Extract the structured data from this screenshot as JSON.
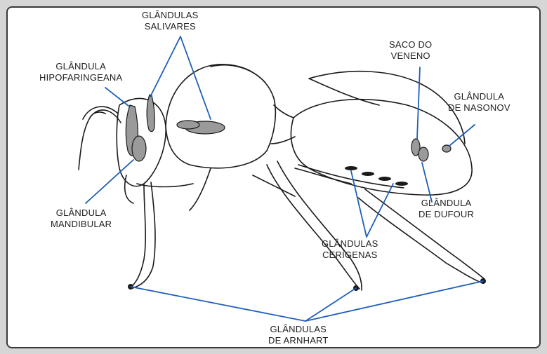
{
  "colors": {
    "leader": "#1f5fb8",
    "outline": "#1a1a1a",
    "gland_fill": "#9a9a9a",
    "panel_border": "#3a3a3a",
    "frame": "#d6d6d6"
  },
  "labels": {
    "salivares": {
      "line1": "GLÂNDULAS",
      "line2": "SALIVARES"
    },
    "hipofaringeana": {
      "line1": "GLÂNDULA",
      "line2": "HIPOFARINGEANA"
    },
    "mandibular": {
      "line1": "GLÂNDULA",
      "line2": "MANDIBULAR"
    },
    "saco": {
      "line1": "SACO DO",
      "line2": "VENENO"
    },
    "nasonov": {
      "line1": "GLÂNDULA",
      "line2": "DE NASONOV"
    },
    "dufour": {
      "line1": "GLÂNDULA",
      "line2": "DE DUFOUR"
    },
    "cerigenas": {
      "line1": "GLÂNDULAS",
      "line2": "CERÍGENAS"
    },
    "arnhart": {
      "line1": "GLÂNDULAS",
      "line2": "DE ARNHART"
    }
  }
}
